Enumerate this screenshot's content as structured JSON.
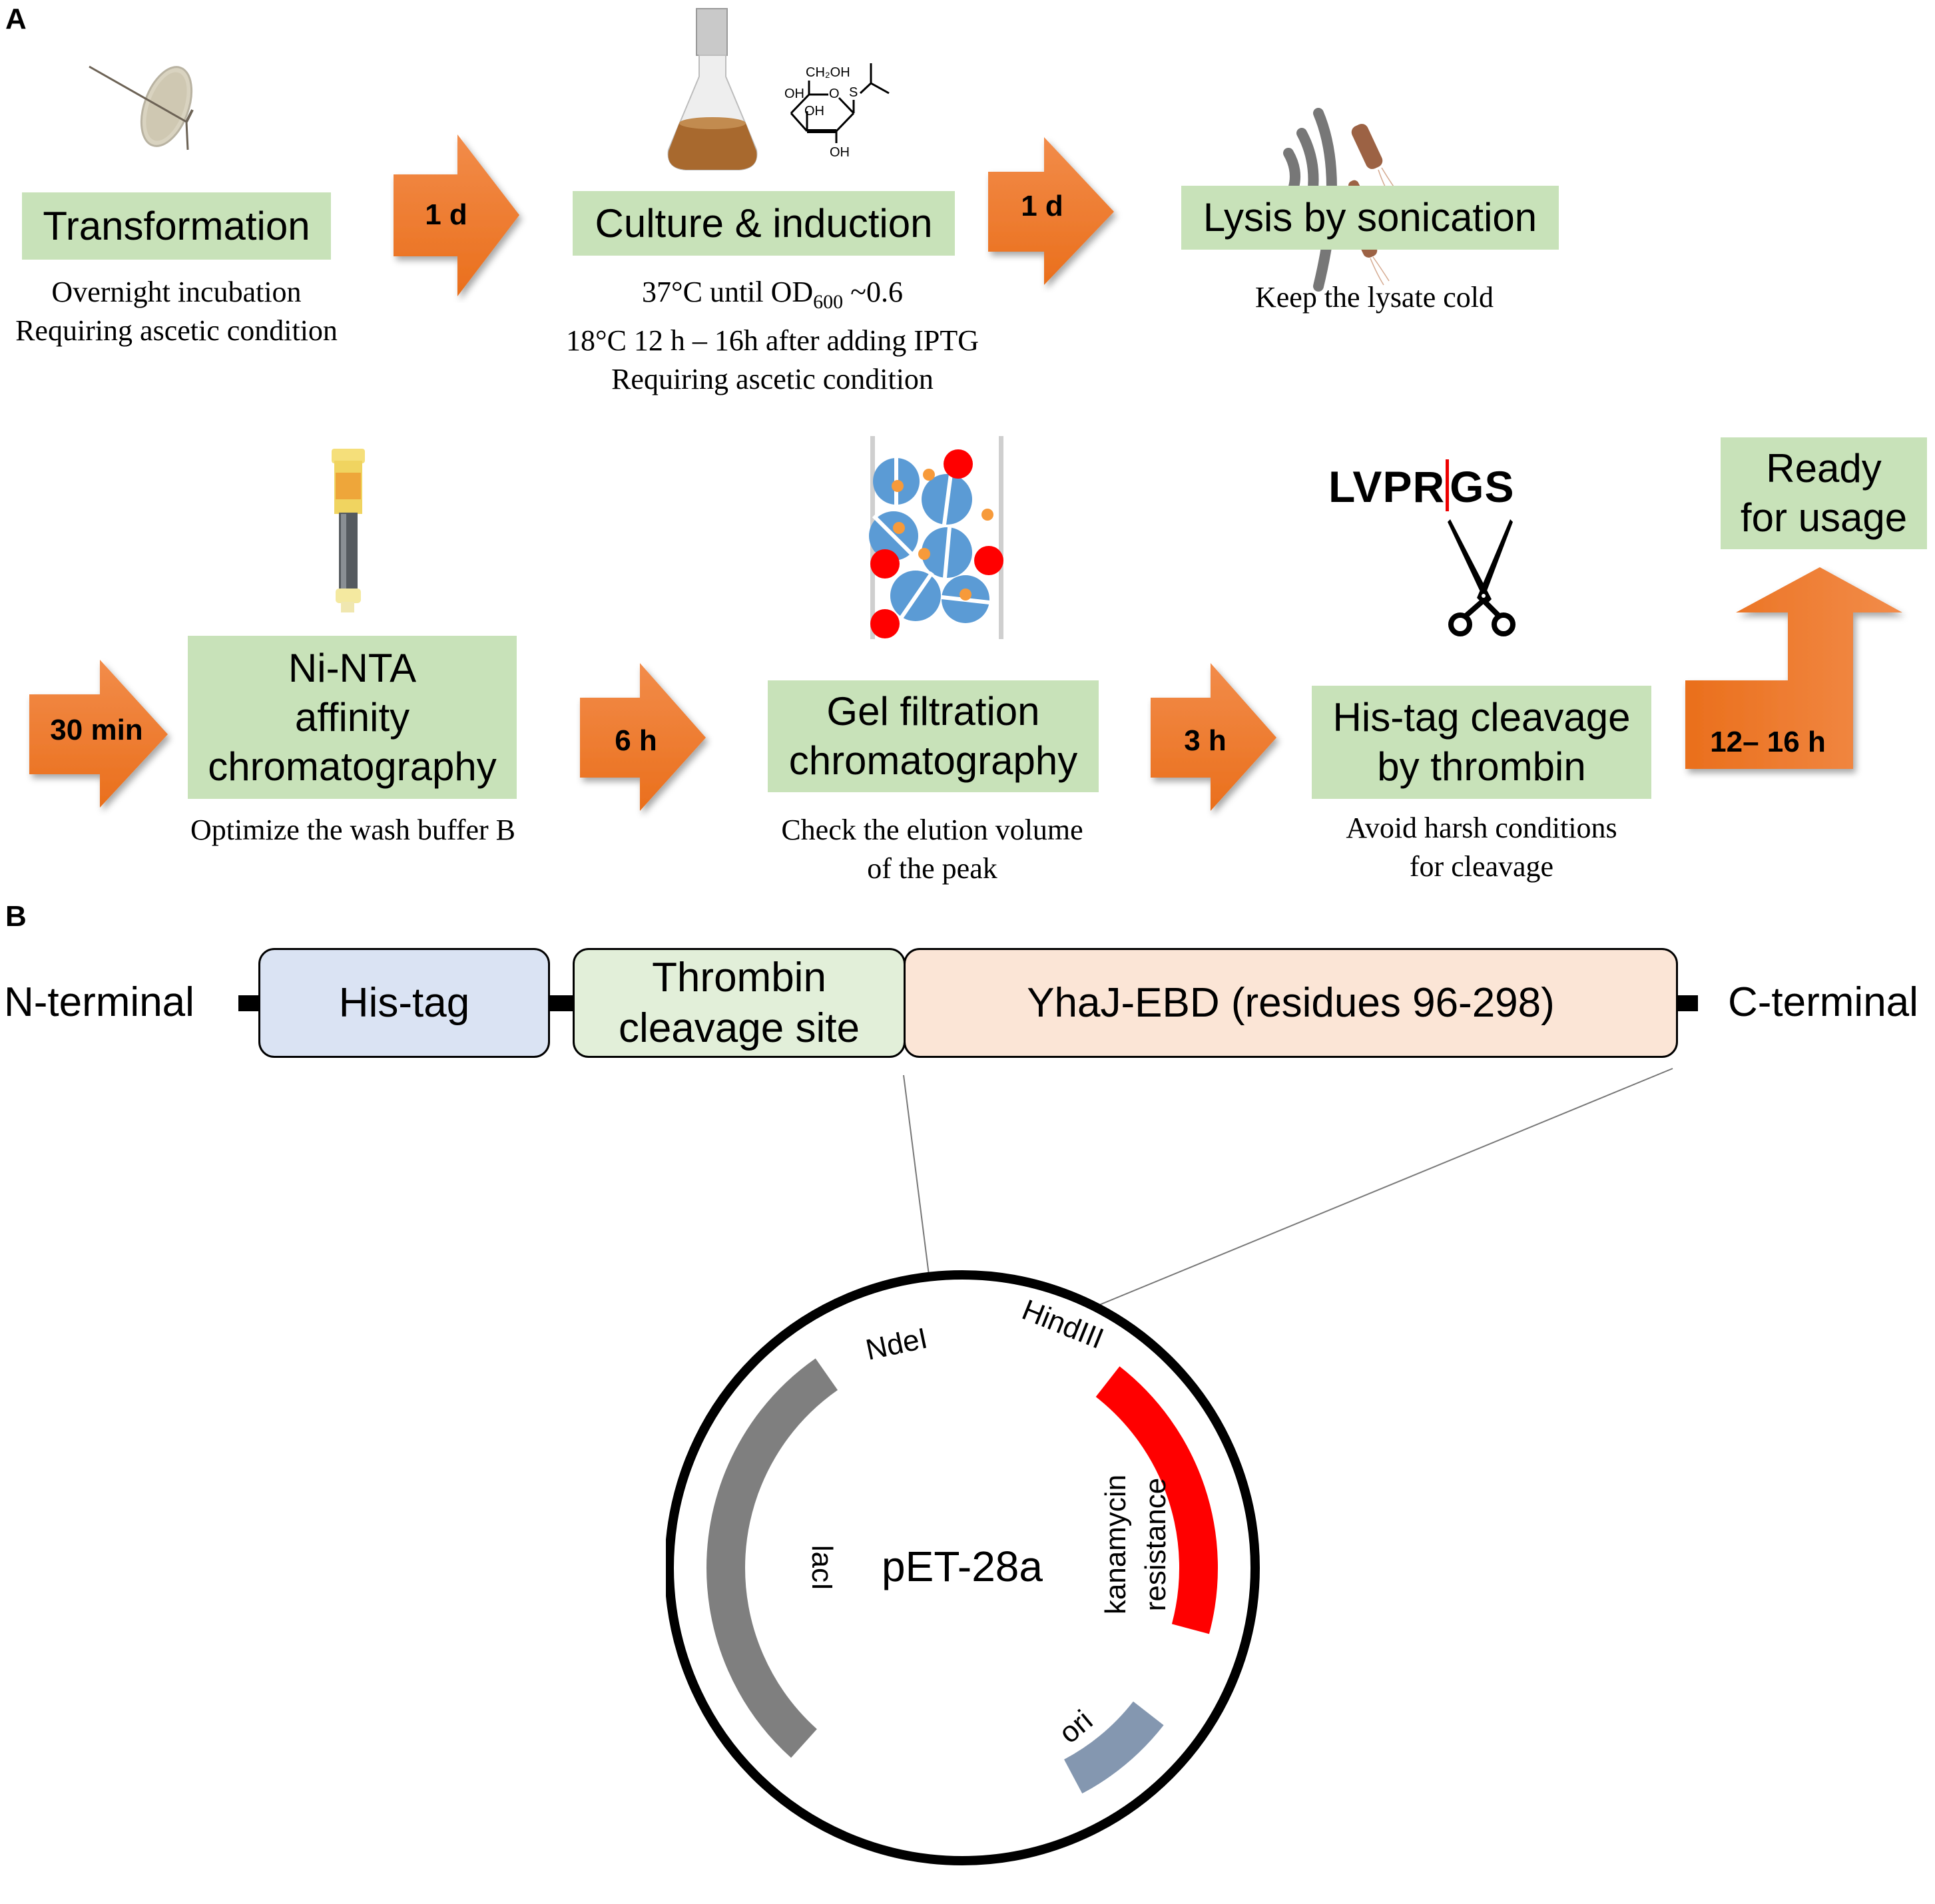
{
  "panels": {
    "a_label": "A",
    "b_label": "B"
  },
  "colors": {
    "step_box": "#c8e2b9",
    "arrow_light": "#f28c4a",
    "arrow_dark": "#ea6f1c",
    "histag": "#dae3f3",
    "thrombin": "#e2efd9",
    "yhaj": "#fbe5d6",
    "lacI": "#7f7f7f",
    "kanR": "#ff0000",
    "ori": "#8497b0"
  },
  "workflow": {
    "steps": [
      {
        "id": "transformation",
        "title_lines": [
          "Transformation"
        ],
        "notes": [
          "Overnight incubation",
          "Requiring ascetic condition"
        ],
        "icon": "petri-dish-icon"
      },
      {
        "id": "culture",
        "title_lines": [
          "Culture & induction"
        ],
        "notes_rich": {
          "line1_pre": "37°C until OD",
          "line1_sub": "600",
          "line1_post": " ~0.6",
          "line2": "18°C 12 h – 16h after adding IPTG",
          "line3": "Requiring ascetic condition"
        },
        "icon": "flask-icon",
        "molecule": {
          "ch2oh": "CH₂OH",
          "oh": "OH",
          "o": "O",
          "s": "S"
        }
      },
      {
        "id": "lysis",
        "title_lines": [
          "Lysis by sonication"
        ],
        "notes": [
          "Keep the lysate cold"
        ],
        "icon": "sonication-icon"
      },
      {
        "id": "ninta",
        "title_lines": [
          "Ni-NTA",
          "affinity",
          "chromatography"
        ],
        "notes": [
          "Optimize the wash buffer B"
        ],
        "icon": "column-icon"
      },
      {
        "id": "gelfiltration",
        "title_lines": [
          "Gel filtration",
          "chromatography"
        ],
        "notes": [
          "Check the elution volume",
          "of the peak"
        ],
        "icon": "gel-beads-icon"
      },
      {
        "id": "cleavage",
        "title_lines": [
          "His-tag cleavage",
          "by thrombin"
        ],
        "notes": [
          "Avoid harsh conditions",
          "for cleavage"
        ],
        "icon": "scissors-icon",
        "sequence_left": "LVPR",
        "sequence_right": "GS"
      },
      {
        "id": "ready",
        "title_lines": [
          "Ready",
          "for usage"
        ]
      }
    ],
    "durations": [
      "1 d",
      "1 d",
      "30 min",
      "6 h",
      "3 h",
      "12– 16 h"
    ]
  },
  "construct": {
    "n_terminal": "N-terminal",
    "c_terminal": "C-terminal",
    "segments": [
      {
        "label_lines": [
          "His-tag"
        ]
      },
      {
        "label_lines": [
          "Thrombin",
          "cleavage site"
        ]
      },
      {
        "label_lines": [
          "YhaJ-EBD (residues 96-298)"
        ]
      }
    ]
  },
  "plasmid": {
    "name": "pET-28a",
    "sites": [
      "NdeI",
      "HindIII"
    ],
    "features": [
      {
        "name": "lacI",
        "label": "lacI"
      },
      {
        "name": "kanamycin resistance",
        "label_lines": [
          "kanamycin",
          "resistance"
        ]
      },
      {
        "name": "ori",
        "label": "ori"
      }
    ]
  }
}
